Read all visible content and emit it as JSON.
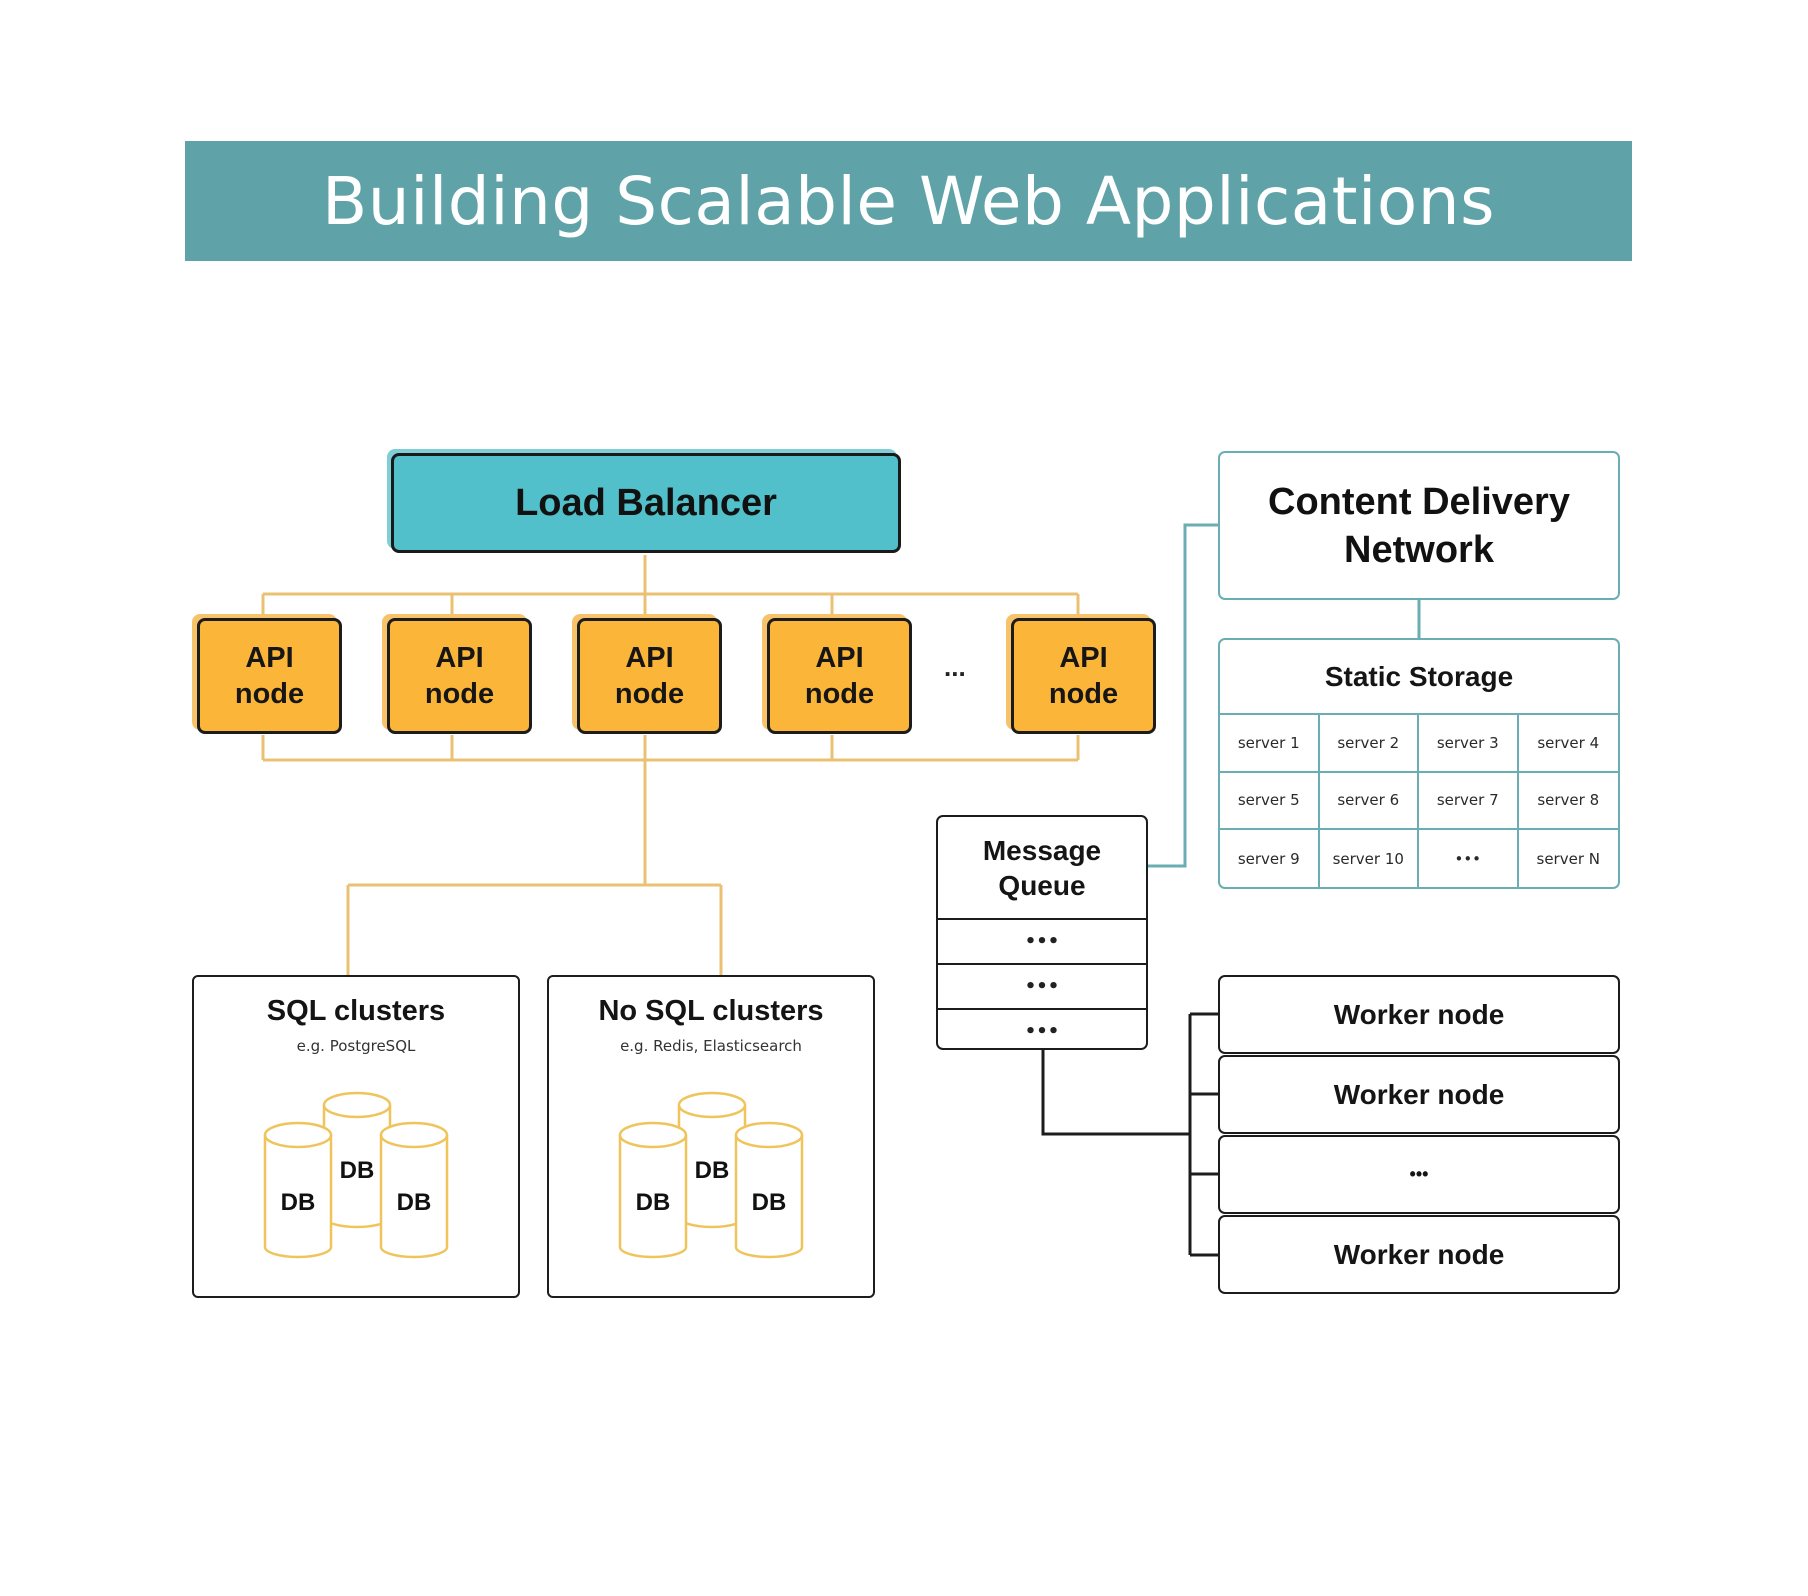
{
  "title": "Building Scalable Web Applications",
  "colors": {
    "banner": "#5fa3a8",
    "load_balancer": "#52c0ca",
    "api_node": "#fbb63a",
    "orange_connector": "#eac173",
    "teal_border": "#6aaeb3",
    "black_border": "#1c1c1c"
  },
  "load_balancer": {
    "label": "Load Balancer"
  },
  "api_nodes": [
    {
      "line1": "API",
      "line2": "node"
    },
    {
      "line1": "API",
      "line2": "node"
    },
    {
      "line1": "API",
      "line2": "node"
    },
    {
      "line1": "API",
      "line2": "node"
    },
    {
      "line1": "API",
      "line2": "node"
    }
  ],
  "api_ellipsis": "...",
  "sql_cluster": {
    "title": "SQL clusters",
    "subtitle": "e.g. PostgreSQL",
    "databases": [
      "DB",
      "DB",
      "DB"
    ]
  },
  "nosql_cluster": {
    "title": "No SQL clusters",
    "subtitle": "e.g. Redis, Elasticsearch",
    "databases": [
      "DB",
      "DB",
      "DB"
    ]
  },
  "cdn": {
    "line1": "Content Delivery",
    "line2": "Network"
  },
  "static_storage": {
    "title": "Static Storage",
    "servers": [
      "server 1",
      "server 2",
      "server 3",
      "server 4",
      "server 5",
      "server 6",
      "server 7",
      "server 8",
      "server 9",
      "server 10",
      "•••",
      "server N"
    ]
  },
  "message_queue": {
    "line1": "Message",
    "line2": "Queue",
    "rows": [
      "•••",
      "•••",
      "•••"
    ]
  },
  "workers": [
    {
      "label": "Worker node"
    },
    {
      "label": "Worker node"
    },
    {
      "label": "•••"
    },
    {
      "label": "Worker node"
    }
  ]
}
